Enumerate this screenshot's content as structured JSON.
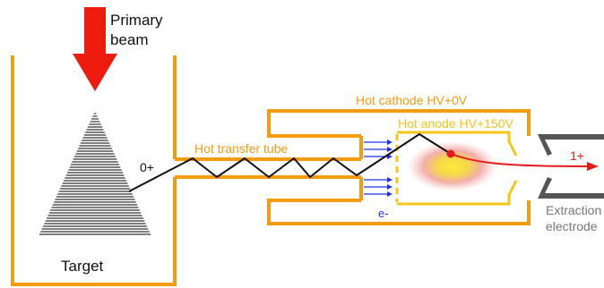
{
  "labels": {
    "primary_beam_line1": "Primary",
    "primary_beam_line2": "beam",
    "target": "Target",
    "charge_in": "0+",
    "hot_transfer_tube": "Hot transfer tube",
    "hot_cathode": "Hot cathode HV+0V",
    "hot_anode": "Hot anode HV+150V",
    "electron": "e-",
    "charge_out": "1+",
    "extraction_line1": "Extraction",
    "extraction_line2": "electrode"
  },
  "colors": {
    "beam_arrow": "#ee1c0f",
    "structure": "#f39c12",
    "anode": "#f5c518",
    "target_lines": "#555555",
    "electron_arrows": "#2233dd",
    "ion_beam": "#e31b1b",
    "plasma_glow": "#f0a0a0",
    "plasma_core": "#e8e040",
    "electrode": "#555555",
    "path_line": "#111111",
    "label_text": "#111111",
    "orange_text": "#f39c12",
    "anode_text": "#f5c518",
    "electron_text": "#2233dd",
    "gray_text": "#777777"
  }
}
